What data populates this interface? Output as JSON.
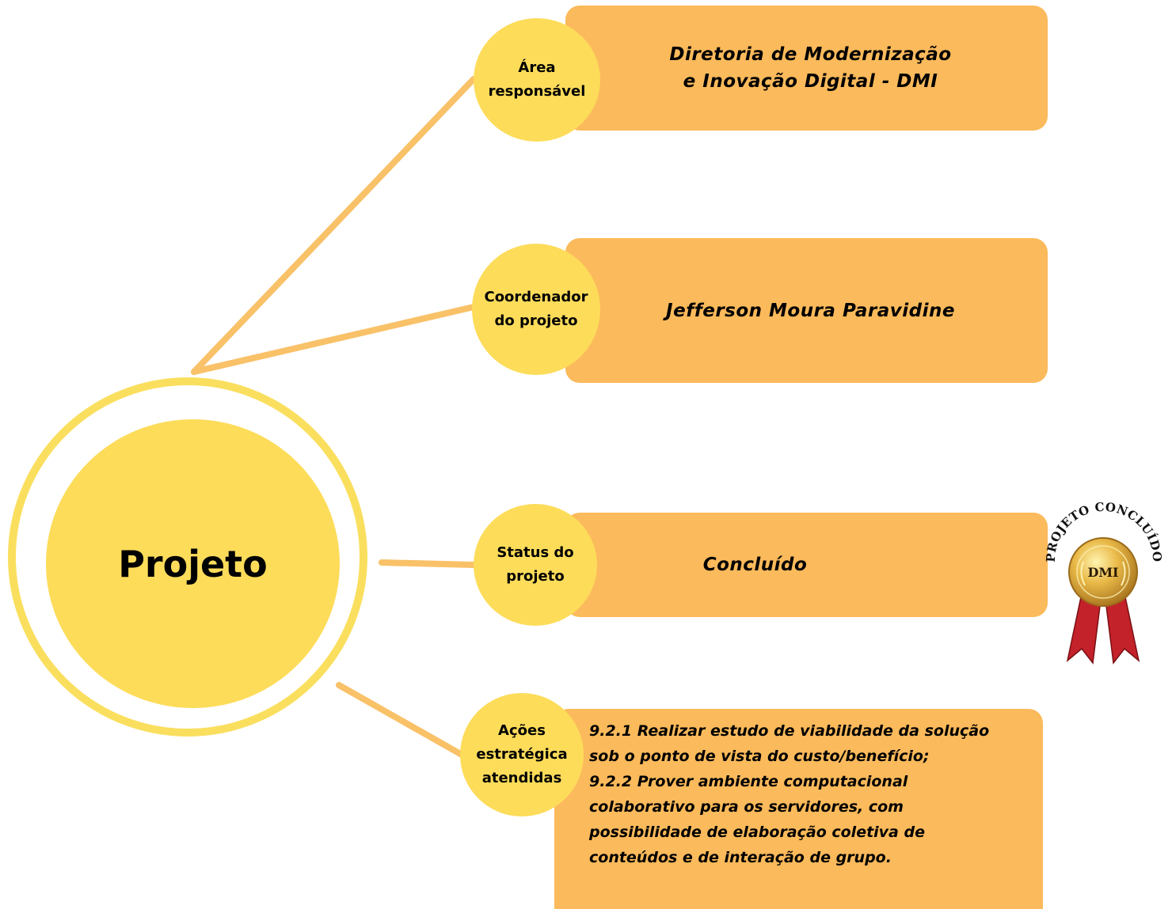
{
  "hub": {
    "label": "Projeto"
  },
  "branches": [
    {
      "badge": "Área\nresponsável",
      "value": [
        "Diretoria de Modernização",
        "e Inovação Digital - DMI"
      ]
    },
    {
      "badge": "Coordenador\ndo projeto",
      "value": [
        "Jefferson Moura Paravidine"
      ]
    },
    {
      "badge": "Status do\nprojeto",
      "value": [
        "Concluído"
      ]
    },
    {
      "badge": "Ações\nestratégica\natendidas",
      "value": [
        "9.2.1 Realizar estudo de viabilidade da solução",
        "sob o ponto de vista do custo/benefício;",
        "9.2.2 Prover ambiente computacional",
        "colaborativo para os servidores, com",
        "possibilidade de elaboração coletiva de",
        "conteúdos e de interação de grupo."
      ]
    }
  ],
  "medal": {
    "arc_text": "PROJETO CONCLUÍDO",
    "center_text": "DMI"
  },
  "colors": {
    "badge": "#fddc5a",
    "card": "#fbba5b",
    "connector": "#f9c168",
    "ring": "#fadf5f"
  }
}
